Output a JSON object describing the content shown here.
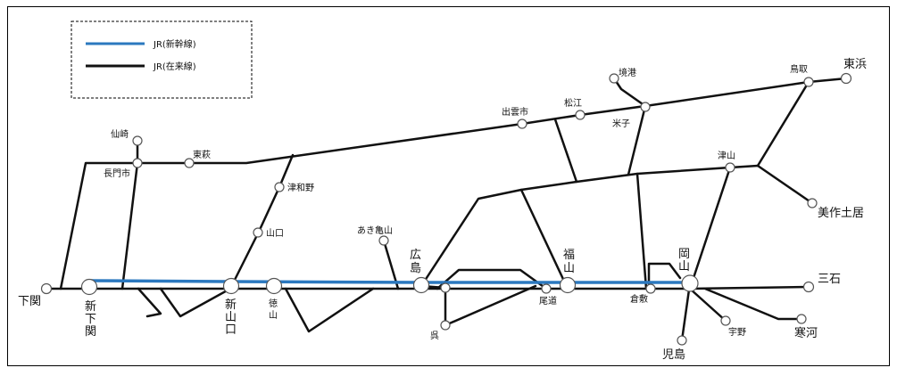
{
  "colors": {
    "shinkansen": "#2b78bf",
    "conventional": "#111111",
    "station_fill": "#ffffff",
    "border": "#000000"
  },
  "legend": {
    "shinkansen": "JR(新幹線)",
    "conventional": "JR(在来線)"
  },
  "stations": {
    "shimonoseki": "下関",
    "shin_shimonoseki": [
      "新",
      "下",
      "関"
    ],
    "nagato_shi": "長門市",
    "senzaki": "仙崎",
    "higashi_hagi": "東萩",
    "tsuwano": "津和野",
    "yamaguchi": "山口",
    "shin_yamaguchi": [
      "新",
      "山",
      "口"
    ],
    "tokuyama": [
      "徳",
      "山"
    ],
    "aki_kameyama": "あき亀山",
    "hiroshima": [
      "広",
      "島"
    ],
    "kure": "呉",
    "onomichi": "尾道",
    "fukuyama": [
      "福",
      "山"
    ],
    "kurashiki": "倉敷",
    "okayama": [
      "岡",
      "山"
    ],
    "kojima": "児島",
    "uno": "宇野",
    "kanga": "寒河",
    "mitsuishi": "三石",
    "izumoshi": "出雲市",
    "matsue": "松江",
    "sakaiminato": "境港",
    "yonago": "米子",
    "tottori": "鳥取",
    "higashihama": "東浜",
    "tsuyama": "津山",
    "mimasaka_doi": "美作土居"
  }
}
